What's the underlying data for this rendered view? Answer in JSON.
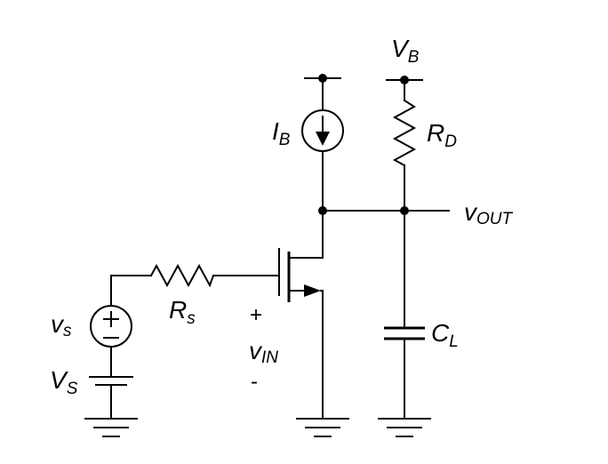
{
  "labels": {
    "supply": {
      "main": "V",
      "sub": "B"
    },
    "bias_current": {
      "main": "I",
      "sub": "B"
    },
    "drain_resistor": {
      "main": "R",
      "sub": "D"
    },
    "output": {
      "main": "v",
      "sub": "OUT"
    },
    "load_capacitor": {
      "main": "C",
      "sub": "L"
    },
    "source_resistor": {
      "main": "R",
      "sub": "s"
    },
    "signal_source": {
      "main": "v",
      "sub": "s"
    },
    "dc_source": {
      "main": "V",
      "sub": "S"
    },
    "input_voltage": {
      "main": "v",
      "sub": "IN"
    }
  },
  "signs": {
    "plus": "+",
    "minus": "-"
  },
  "colors": {
    "ink": "#000000",
    "background": "#ffffff"
  }
}
